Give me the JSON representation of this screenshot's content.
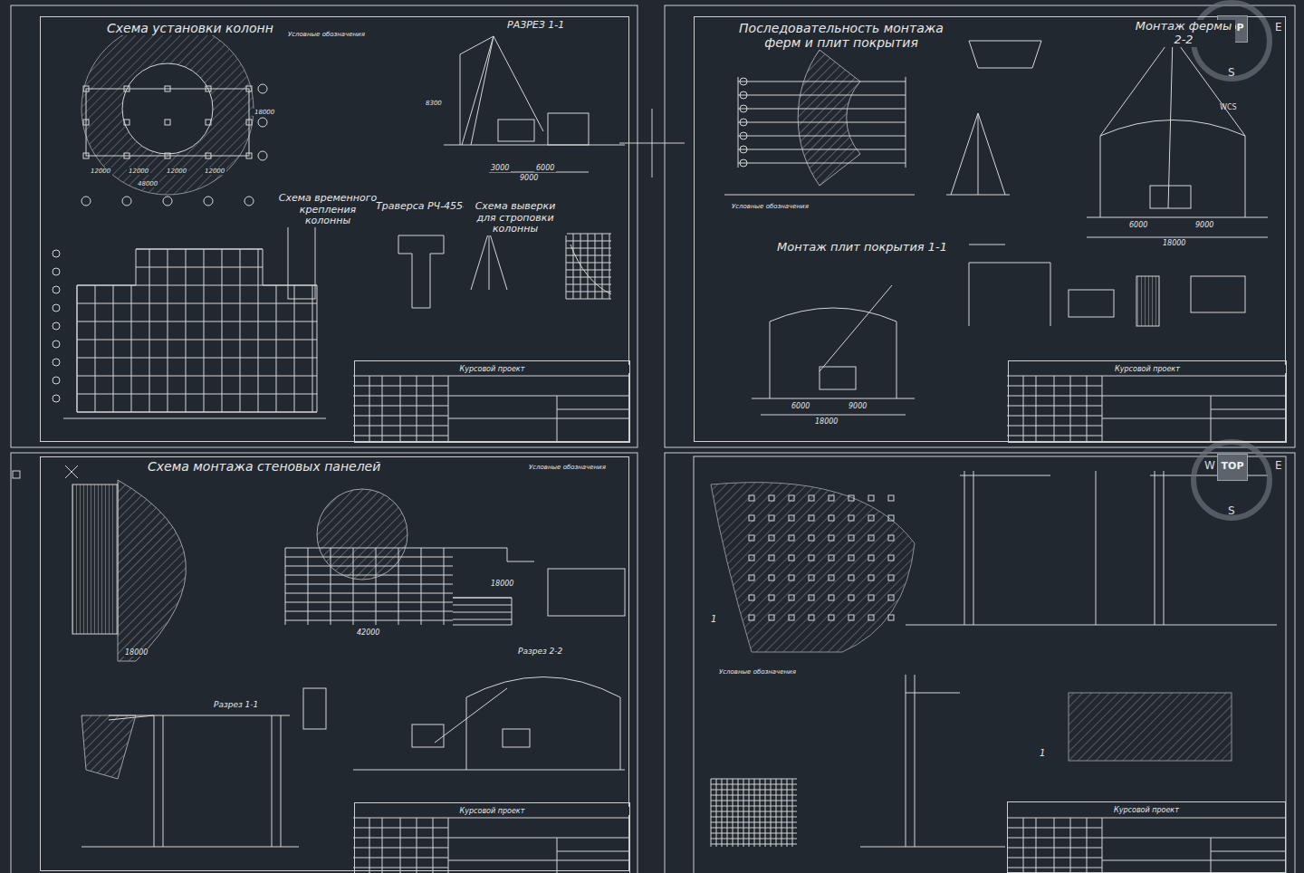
{
  "diagram": {
    "nodes": [
      {
        "text": [
          "Схема установки колонн"
        ]
      },
      {
        "text": [
          "Курсовой проект"
        ],
        "in": 0
      },
      {
        "text": [
          "Последовательность монтажа ферм и плит покрытия"
        ]
      },
      {
        "text": [
          "Курсовой проект"
        ],
        "in": 2
      },
      {
        "text": [
          "Схема монтажа стеновых панелей"
        ]
      },
      {
        "text": [
          "Курсовой проект"
        ],
        "in": 4
      },
      {
        "text": [
          "Курсовой проект"
        ]
      },
      {
        "text": [
          "TOP"
        ]
      },
      {
        "text": [
          "TOP"
        ]
      }
    ],
    "edges": [],
    "labels": [
      "РАЗРЕЗ 1-1",
      "Условные обозначения",
      "Схема временного крепления колонны",
      "Траверса РЧ-455-69",
      "Схема выверки для строповки колонны",
      "12000",
      "12000",
      "12000",
      "12000",
      "48000",
      "18000",
      "8300",
      "3000",
      "6000",
      "9000",
      "Монтаж фермы 2-2",
      "Монтаж плит покрытия 1-1",
      "6000",
      "9000",
      "18000",
      "6000",
      "9000",
      "18000",
      "Условные обозначения",
      "42000",
      "18000",
      "18000",
      "Разрез 2-2",
      "Разрез 1-1",
      "Условные обозначения",
      "1",
      "1",
      "Условные обозначения",
      "E",
      "S",
      "WCS",
      "W",
      "E",
      "S"
    ]
  }
}
